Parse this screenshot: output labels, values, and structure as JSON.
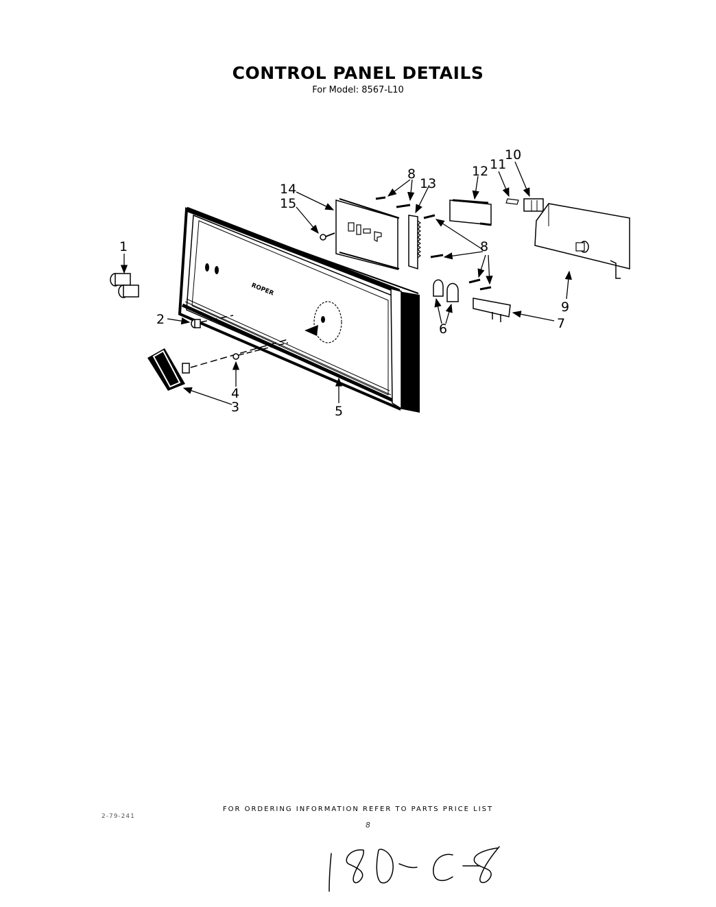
{
  "header": {
    "title": "CONTROL PANEL DETAILS",
    "subtitle": "For Model: 8567-L10"
  },
  "diagram": {
    "panel_brand": "ROPER",
    "callouts": [
      {
        "id": "1",
        "label": "1"
      },
      {
        "id": "2",
        "label": "2"
      },
      {
        "id": "3",
        "label": "3"
      },
      {
        "id": "4",
        "label": "4"
      },
      {
        "id": "5",
        "label": "5"
      },
      {
        "id": "6",
        "label": "6"
      },
      {
        "id": "7",
        "label": "7"
      },
      {
        "id": "8",
        "label": "8"
      },
      {
        "id": "9",
        "label": "9"
      },
      {
        "id": "10",
        "label": "10"
      },
      {
        "id": "11",
        "label": "11"
      },
      {
        "id": "12",
        "label": "12"
      },
      {
        "id": "13",
        "label": "13"
      },
      {
        "id": "14",
        "label": "14"
      },
      {
        "id": "15",
        "label": "15"
      }
    ]
  },
  "footer": {
    "note": "FOR ORDERING INFORMATION REFER TO PARTS PRICE LIST",
    "page_number": "8",
    "doc_code": "2-79-241",
    "handwritten": "180-C-8"
  }
}
